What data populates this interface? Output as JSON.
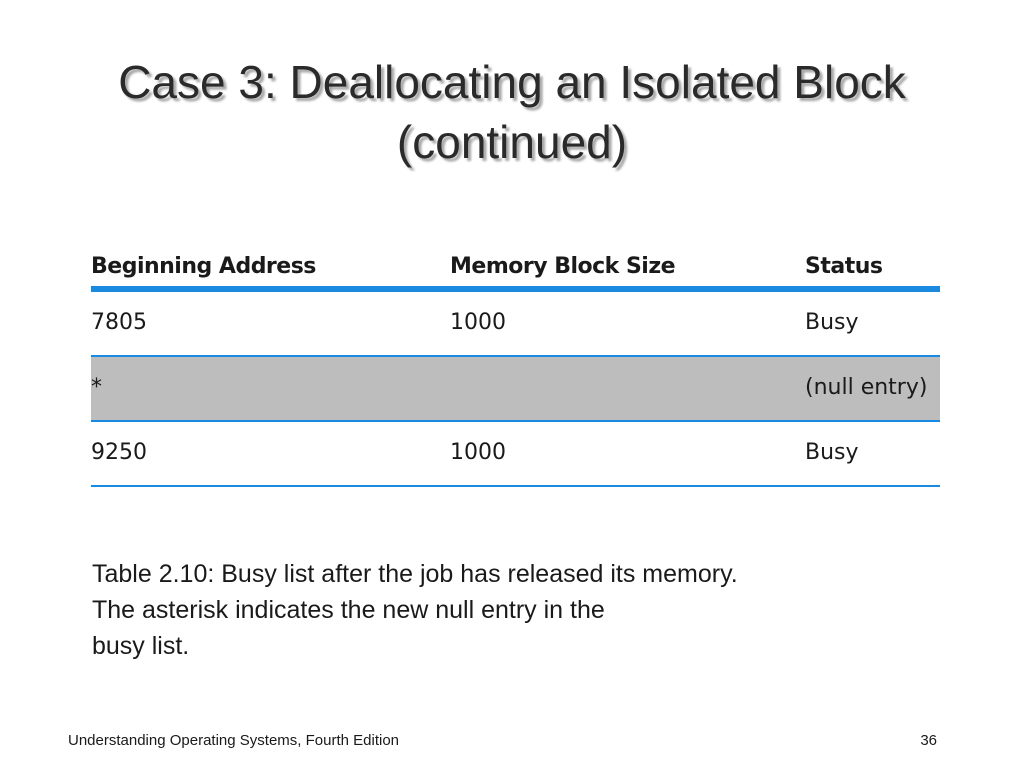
{
  "slide": {
    "title_line1": "Case 3: Deallocating an Isolated Block",
    "title_line2": "(continued)"
  },
  "table": {
    "headers": [
      "Beginning Address",
      "Memory Block Size",
      "Status"
    ],
    "rows": [
      [
        "7805",
        "1000",
        "Busy"
      ],
      [
        "*",
        "",
        "(null entry)"
      ],
      [
        "9250",
        "1000",
        "Busy"
      ]
    ],
    "accent_color": "#1a8ae0",
    "highlight_color": "#bdbdbd"
  },
  "caption": {
    "line1": "Table 2.10: Busy list after the job has released its memory.",
    "line2": "The asterisk indicates the new null entry in the",
    "line3": "busy list."
  },
  "footer": {
    "book": "Understanding Operating Systems, Fourth Edition",
    "page": "36"
  }
}
